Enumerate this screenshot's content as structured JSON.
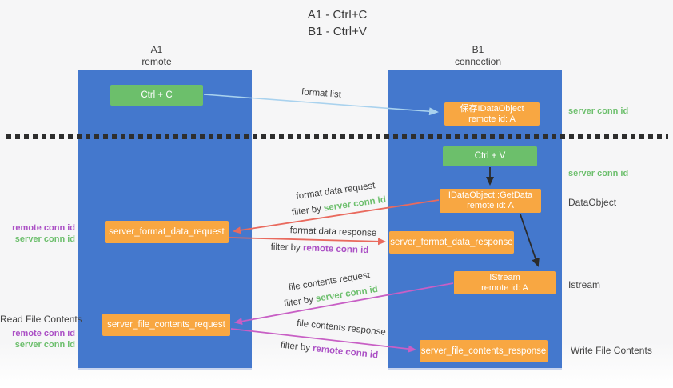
{
  "title": {
    "line1": "A1 - Ctrl+C",
    "line2": "B1 - Ctrl+V"
  },
  "columns": {
    "left": {
      "name": "A1",
      "sub": "remote"
    },
    "right": {
      "name": "B1",
      "sub": "connection"
    }
  },
  "nodes": {
    "ctrl_c": "Ctrl + C",
    "save_idataobject": {
      "line1": "保存IDataObject",
      "line2": "remote id: A"
    },
    "ctrl_v": "Ctrl + V",
    "getdata": {
      "line1": "IDataObject::GetData",
      "line2": "remote id: A"
    },
    "format_request": "server_format_data_request",
    "format_response": "server_format_data_response",
    "istream": {
      "line1": "IStream",
      "line2": "remote id: A"
    },
    "file_request": "server_file_contents_request",
    "file_response": "server_file_contents_response"
  },
  "edge_labels": {
    "format_list": "format list",
    "format_data_request": "format data request",
    "format_data_response": "format data response",
    "file_contents_request": "file contents request",
    "file_contents_response": "file contents response",
    "filter_by": "filter by ",
    "server_conn_id": "server conn id",
    "remote_conn_id": "remote conn id"
  },
  "side_labels": {
    "right": {
      "server_conn_id_top": "server conn id",
      "server_conn_id_mid": "server conn id",
      "dataobject": "DataObject",
      "istream": "Istream",
      "write_file_contents": "Write File Contents"
    },
    "left": {
      "remote_conn_id_top": "remote conn id",
      "server_conn_id_top": "server conn id",
      "read_file_contents": "Read File Contents",
      "remote_conn_id_bottom": "remote conn id",
      "server_conn_id_bottom": "server conn id"
    }
  },
  "colors": {
    "lane_blue": "#4478cd",
    "box_green": "#6cbf6b",
    "box_orange": "#f8a742",
    "arrow_red": "#e96a5e",
    "arrow_magenta": "#c85fc5",
    "arrow_light_blue": "#a9d2ee",
    "arrow_black": "#2b2b2b",
    "text_green": "#6dbf6d",
    "text_purple": "#ab50c5",
    "text_dark": "#3c3c3c"
  }
}
